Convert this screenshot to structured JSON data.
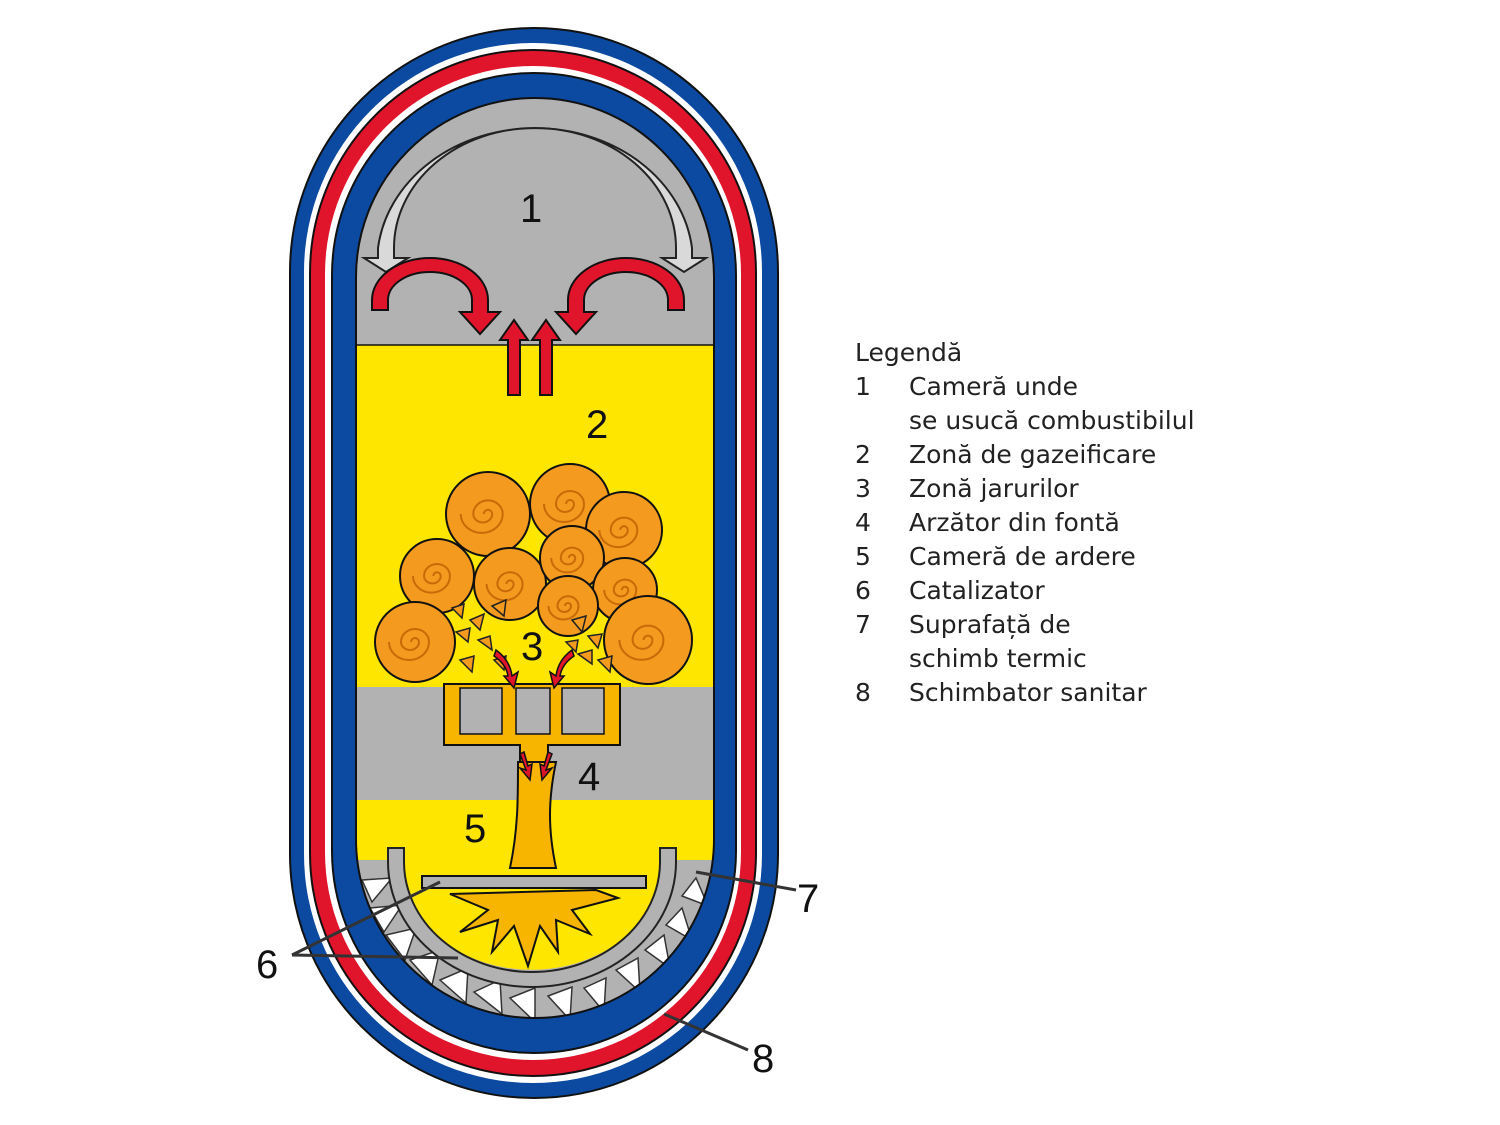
{
  "diagram": {
    "labels": {
      "n1": "1",
      "n2": "2",
      "n3": "3",
      "n4": "4",
      "n5": "5",
      "n6": "6",
      "n7": "7",
      "n8": "8"
    },
    "colors": {
      "outer_jacket": "#0b4aa0",
      "hot_water_line": "#e0152b",
      "drying_chamber": "#b2b2b2",
      "gasification_zone": "#ffe600",
      "wood_log": "#f39a1f",
      "flame": "#f7b500",
      "arrow": "#d91f26"
    }
  },
  "legend": {
    "title": "Legendă",
    "items": [
      {
        "num": "1",
        "line1": "Cameră unde",
        "line2": "se usucă combustibilul"
      },
      {
        "num": "2",
        "line1": "Zonă de gazeificare"
      },
      {
        "num": "3",
        "line1": "Zonă jarurilor"
      },
      {
        "num": "4",
        "line1": "Arzător din fontă"
      },
      {
        "num": "5",
        "line1": "Cameră de ardere"
      },
      {
        "num": "6",
        "line1": "Catalizator"
      },
      {
        "num": "7",
        "line1": "Suprafață de",
        "line2": "schimb termic"
      },
      {
        "num": "8",
        "line1": "Schimbator sanitar"
      }
    ]
  }
}
